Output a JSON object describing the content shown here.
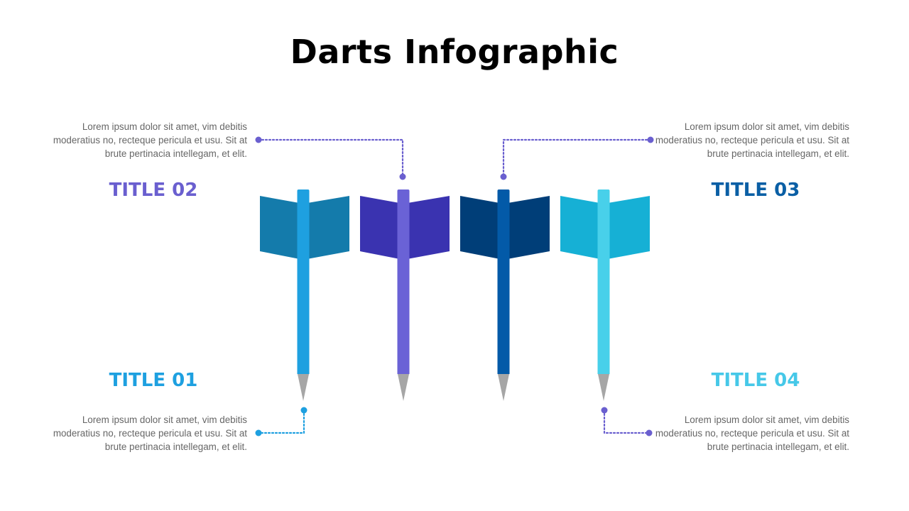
{
  "title": "Darts Infographic",
  "colors": {
    "dot_purple": "#6a5fcf",
    "dot_blue": "#1ea0e0",
    "text_gray": "#666666"
  },
  "items": [
    {
      "title": "TITLE 01",
      "title_color": "#1ea0e0",
      "text": "Lorem ipsum dolor sit amet, vim debitis moderatius no, recteque pericula et usu. Sit at brute pertinacia intellegam, et elit.",
      "dart": {
        "flight_color": "#147bab",
        "shaft_color": "#1ea0e0"
      }
    },
    {
      "title": "TITLE 02",
      "title_color": "#6a5fcf",
      "text": "Lorem ipsum dolor sit amet, vim debitis moderatius no, recteque pericula et usu. Sit at brute pertinacia intellegam, et elit.",
      "dart": {
        "flight_color": "#3a33b0",
        "shaft_color": "#6a62d6"
      }
    },
    {
      "title": "TITLE 03",
      "title_color": "#0a5fa5",
      "text": "Lorem ipsum dolor sit amet, vim debitis moderatius no, recteque pericula et usu. Sit at brute pertinacia intellegam, et elit.",
      "dart": {
        "flight_color": "#003e78",
        "shaft_color": "#035aa8"
      }
    },
    {
      "title": "TITLE 04",
      "title_color": "#46c8e8",
      "text": "Lorem ipsum dolor sit amet, vim debitis moderatius no, recteque pericula et usu. Sit at brute pertinacia intellegam, et elit.",
      "dart": {
        "flight_color": "#16b0d5",
        "shaft_color": "#48d0ea"
      }
    }
  ]
}
